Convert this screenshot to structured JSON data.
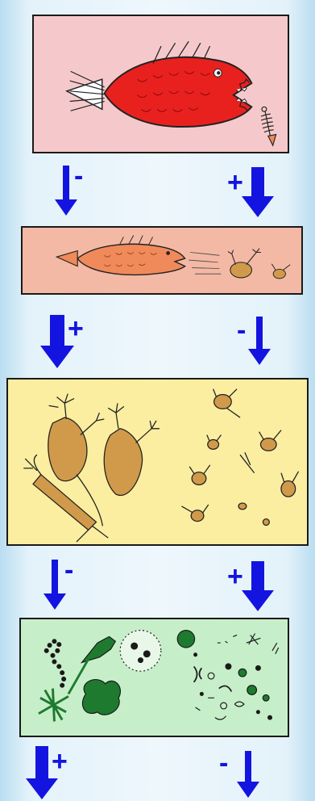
{
  "panels": [
    {
      "id": "predatory-fish",
      "fill": "#f5c9cb"
    },
    {
      "id": "planktivorous-fish",
      "fill": "#f3b9a4"
    },
    {
      "id": "zooplankton",
      "fill": "#fbeea0"
    },
    {
      "id": "phytoplankton",
      "fill": "#c6efc9"
    }
  ],
  "arrows": {
    "row1": {
      "left_sign": "-",
      "right_sign": "+"
    },
    "row2": {
      "left_sign": "+",
      "right_sign": "-"
    },
    "row3": {
      "left_sign": "-",
      "right_sign": "+"
    },
    "row4": {
      "left_sign": "+",
      "right_sign": "-"
    }
  },
  "colors": {
    "arrow": "#1414e0",
    "fish_red": "#e8211f",
    "fish_orange": "#f08a5a",
    "zoo_brown": "#d19a4a",
    "algae_green": "#1e7a2e"
  }
}
